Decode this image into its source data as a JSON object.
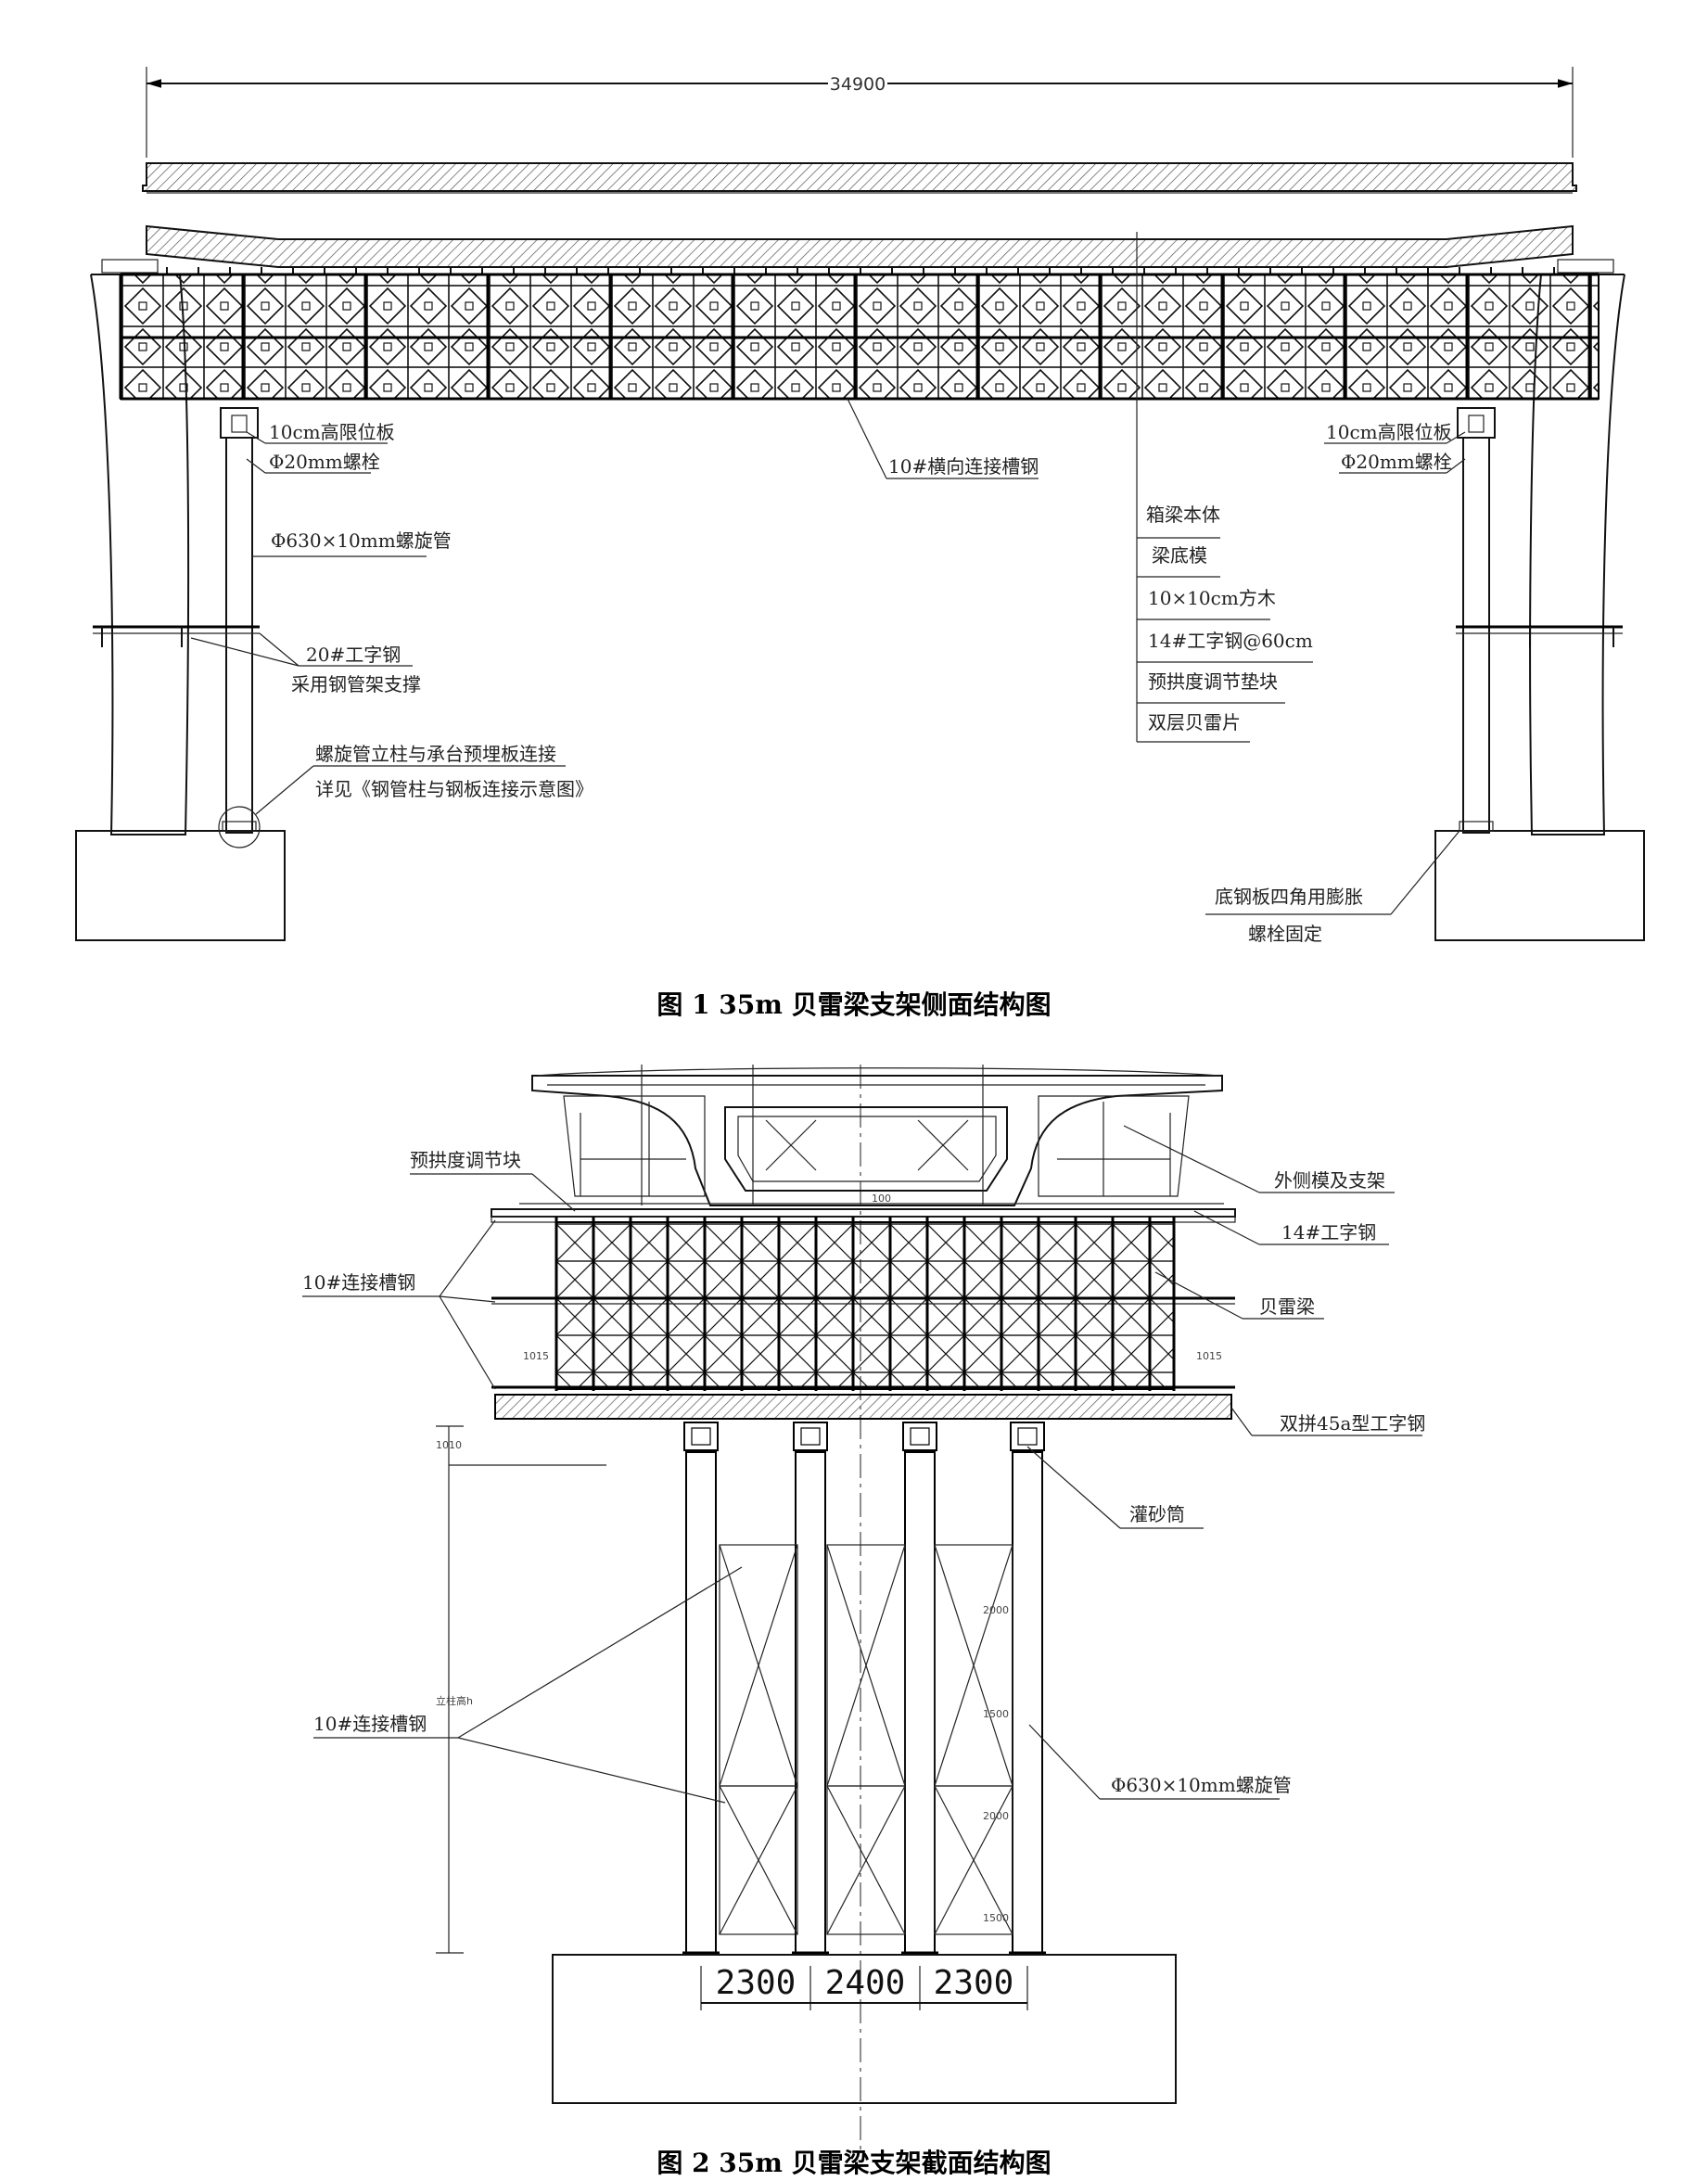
{
  "figure1": {
    "caption": "图 1   35m 贝雷梁支架侧面结构图",
    "overall_dim": "34900",
    "labels": {
      "left_limit_plate": "10cm高限位板",
      "left_bolt": "Φ20mm螺栓",
      "spiral_pipe": "Φ630×10mm螺旋管",
      "i_beam_20": "20#工字钢",
      "pipe_brace": "采用钢管架支撑",
      "column_conn_1": "螺旋管立柱与承台预埋板连接",
      "column_conn_2": "详见《钢管柱与钢板连接示意图》",
      "channel_10": "10#横向连接槽钢",
      "right_limit_plate": "10cm高限位板",
      "right_bolt": "Φ20mm螺栓",
      "base_plate_1": "底钢板四角用膨胀",
      "base_plate_2": "螺栓固定"
    },
    "layer_list": [
      "箱梁本体",
      "梁底模",
      "10×10cm方木",
      "14#工字钢@60cm",
      "预拱度调节垫块",
      "双层贝雷片"
    ]
  },
  "figure2": {
    "caption": "图 2   35m 贝雷梁支架截面结构图",
    "labels": {
      "camber_block": "预拱度调节块",
      "channel_top": "10#连接槽钢",
      "outer_form": "外侧模及支架",
      "i_beam_14": "14#工字钢",
      "bailey": "贝雷梁",
      "double_45a": "双拼45a型工字钢",
      "sand_barrel": "灌砂筒",
      "channel_bottom": "10#连接槽钢",
      "spiral_pipe": "Φ630×10mm螺旋管"
    },
    "bottom_dims": [
      "2300",
      "2400",
      "2300"
    ],
    "small_dims": {
      "dim_1015_left": "1015",
      "dim_1015_right": "1015",
      "dim_1010": "1010",
      "dim_2000a": "2000",
      "dim_1500a": "1500",
      "dim_2000b": "2000",
      "dim_1500b": "1500",
      "col_height": "立柱高h",
      "dim_100": "100"
    }
  }
}
